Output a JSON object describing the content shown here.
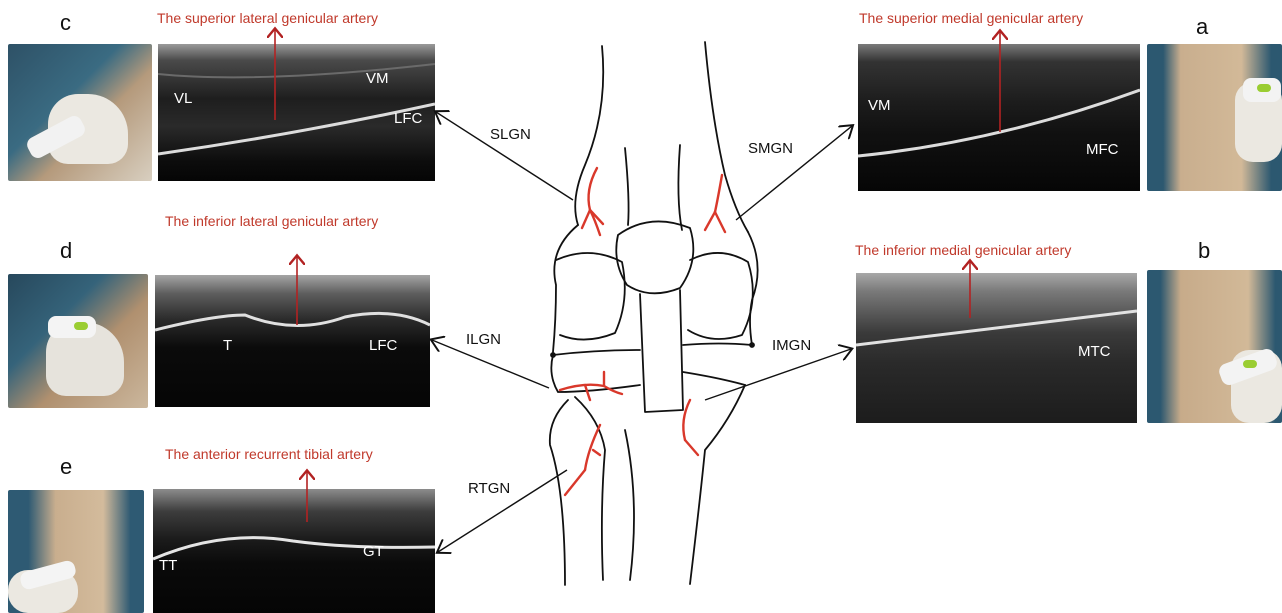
{
  "panels": {
    "a": {
      "letter": "a",
      "title": "The superior medial genicular artery",
      "labels": [
        "VM",
        "MFC"
      ],
      "nerve": "SMGN"
    },
    "b": {
      "letter": "b",
      "title": "The inferior medial genicular artery",
      "labels": [
        "MTC"
      ],
      "nerve": "IMGN"
    },
    "c": {
      "letter": "c",
      "title": "The superior lateral genicular artery",
      "labels": [
        "VL",
        "VM",
        "LFC"
      ],
      "nerve": "SLGN"
    },
    "d": {
      "letter": "d",
      "title": "The inferior lateral genicular artery",
      "labels": [
        "T",
        "LFC"
      ],
      "nerve": "ILGN"
    },
    "e": {
      "letter": "e",
      "title": "The anterior recurrent tibial artery",
      "labels": [
        "TT",
        "GT"
      ],
      "nerve": "RTGN"
    }
  },
  "colors": {
    "artery": "#c0392b",
    "arrow_red": "#b22222",
    "line": "#111111",
    "ultrasound_bg": "#0b0b0b",
    "skin": "#c9b08f",
    "glove": "#e9e6df",
    "drape": "#2f5f78"
  }
}
